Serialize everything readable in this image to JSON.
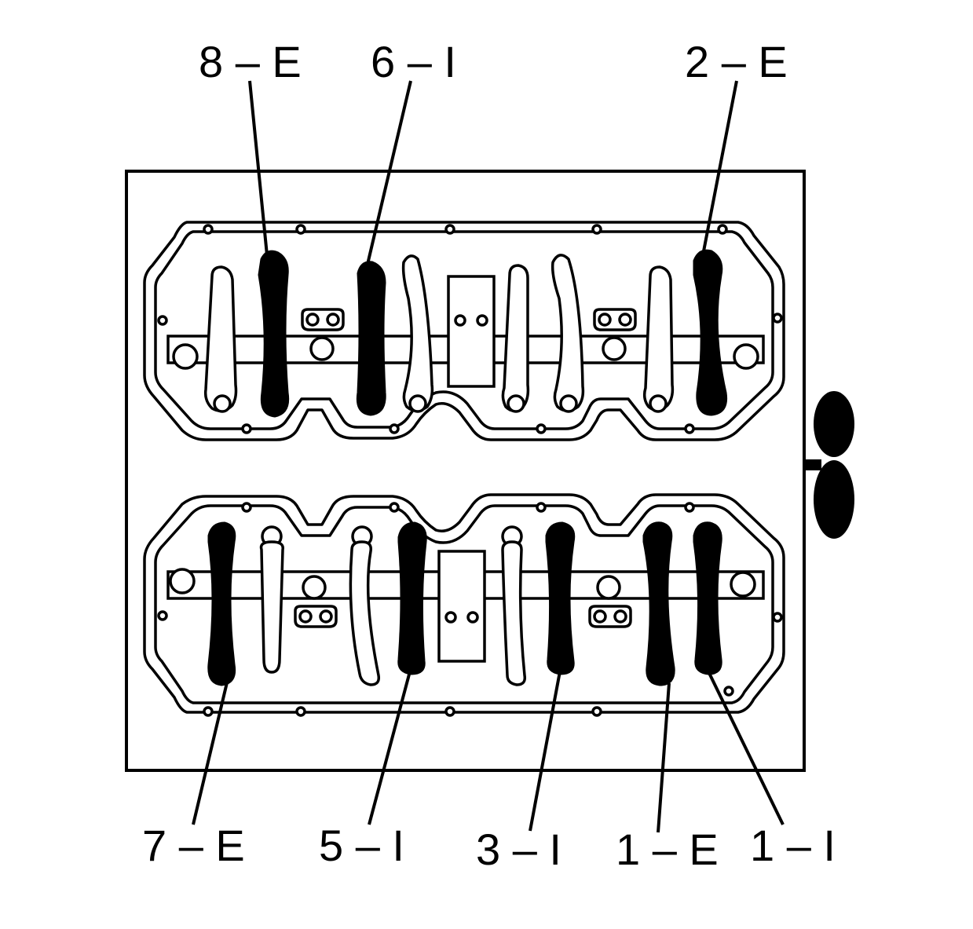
{
  "callouts_top": [
    {
      "label": "8 – E"
    },
    {
      "label": "6 – I"
    },
    {
      "label": "2 – E"
    }
  ],
  "callouts_bottom": [
    {
      "label": "7 – E"
    },
    {
      "label": "5 – I"
    },
    {
      "label": "3 – I"
    },
    {
      "label": "1 – E"
    },
    {
      "label": "1 – I"
    }
  ]
}
